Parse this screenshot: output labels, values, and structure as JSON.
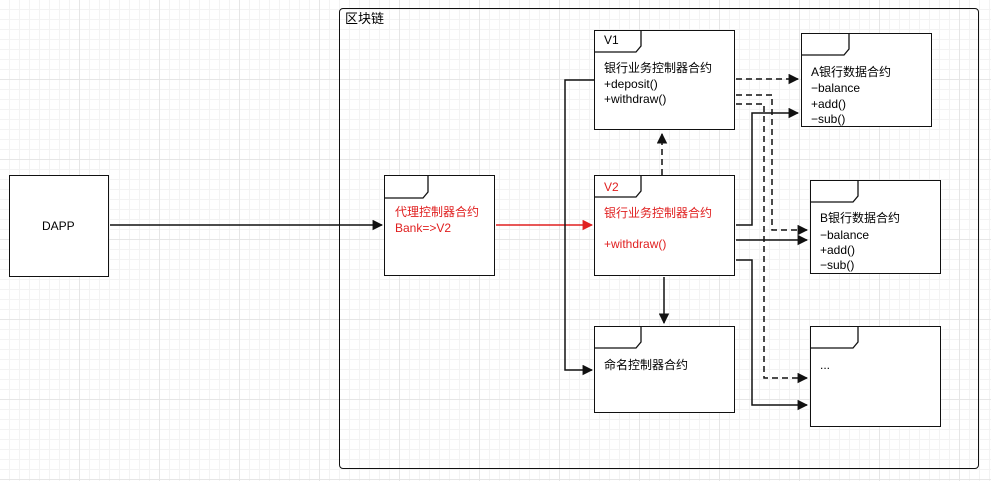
{
  "blockchain": {
    "label": "区块链"
  },
  "dapp": {
    "label": "DAPP"
  },
  "proxy": {
    "name": "代理控制器合约",
    "mapping": "Bank=>V2"
  },
  "v1": {
    "version": "V1",
    "name": "银行业务控制器合约",
    "methods": [
      "+deposit()",
      "+withdraw()"
    ]
  },
  "v2": {
    "version": "V2",
    "name": "银行业务控制器合约",
    "methods": [
      "+withdraw()"
    ]
  },
  "naming": {
    "name": "命名控制器合约"
  },
  "bank_a": {
    "name": "A银行数据合约",
    "fields": [
      "−balance",
      "+add()",
      "−sub()"
    ]
  },
  "bank_b": {
    "name": "B银行数据合约",
    "fields": [
      "−balance",
      "+add()",
      "−sub()"
    ]
  },
  "more": {
    "label": "..."
  },
  "colors": {
    "line": "#111111",
    "highlight": "#e02020"
  }
}
